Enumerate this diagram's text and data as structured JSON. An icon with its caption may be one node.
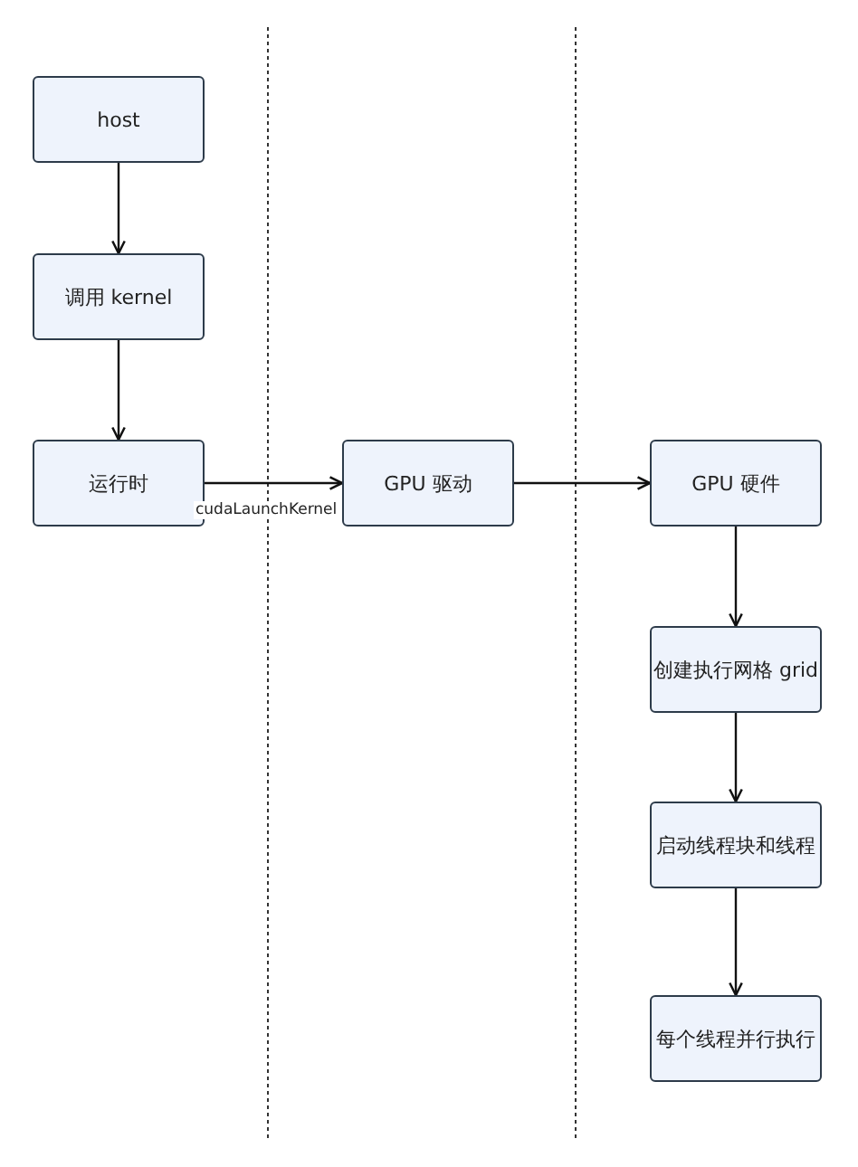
{
  "diagram": {
    "nodes": [
      {
        "text": [
          "host"
        ]
      },
      {
        "text": [
          "调用 kernel"
        ]
      },
      {
        "text": [
          "运行时"
        ]
      },
      {
        "text": [
          "GPU 驱动"
        ]
      },
      {
        "text": [
          "GPU 硬件"
        ]
      },
      {
        "text": [
          "创建执行网格 grid"
        ]
      },
      {
        "text": [
          "启动线程块和线程"
        ]
      },
      {
        "text": [
          "每个线程并行执行"
        ]
      }
    ],
    "edges": [
      {
        "from": 0,
        "to": 1,
        "arrow": "to"
      },
      {
        "from": 1,
        "to": 2,
        "arrow": "to"
      },
      {
        "from": 2,
        "to": 3,
        "arrow": "to",
        "label": "cudaLaunchKernel"
      },
      {
        "from": 3,
        "to": 4,
        "arrow": "to"
      },
      {
        "from": 4,
        "to": 5,
        "arrow": "to"
      },
      {
        "from": 5,
        "to": 6,
        "arrow": "to"
      },
      {
        "from": 6,
        "to": 7,
        "arrow": "to"
      }
    ]
  }
}
